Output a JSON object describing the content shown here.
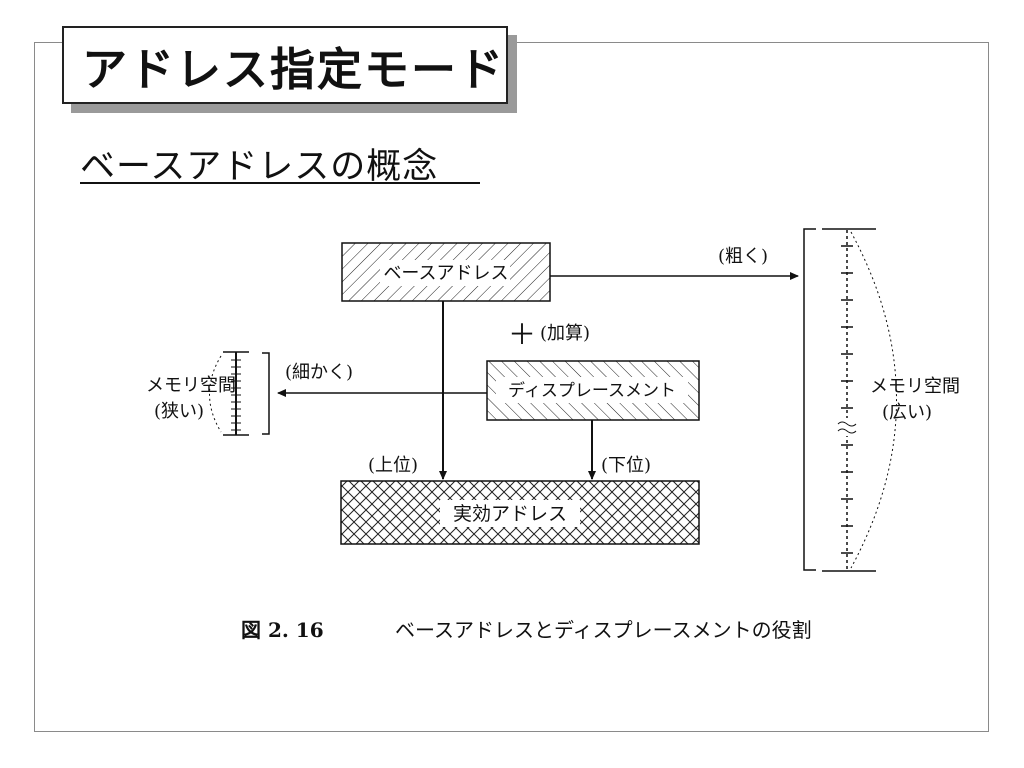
{
  "page": {
    "title": "アドレス指定モード",
    "subtitle": "ベースアドレスの概念"
  },
  "diagram": {
    "base_address": "ベースアドレス",
    "displacement": "ディスプレースメント",
    "effective_address": "実効アドレス",
    "plus_sign": "＋",
    "addition_label": "(加算)",
    "coarse_label": "(粗く)",
    "fine_label": "(細かく)",
    "upper_label": "(上位)",
    "lower_label": "(下位)",
    "memory_space": "メモリ空間",
    "narrow_label": "(狭い)",
    "wide_label": "(広い)",
    "caption_number": "図 2. 16",
    "caption_text": "ベースアドレスとディスプレースメントの役割"
  }
}
